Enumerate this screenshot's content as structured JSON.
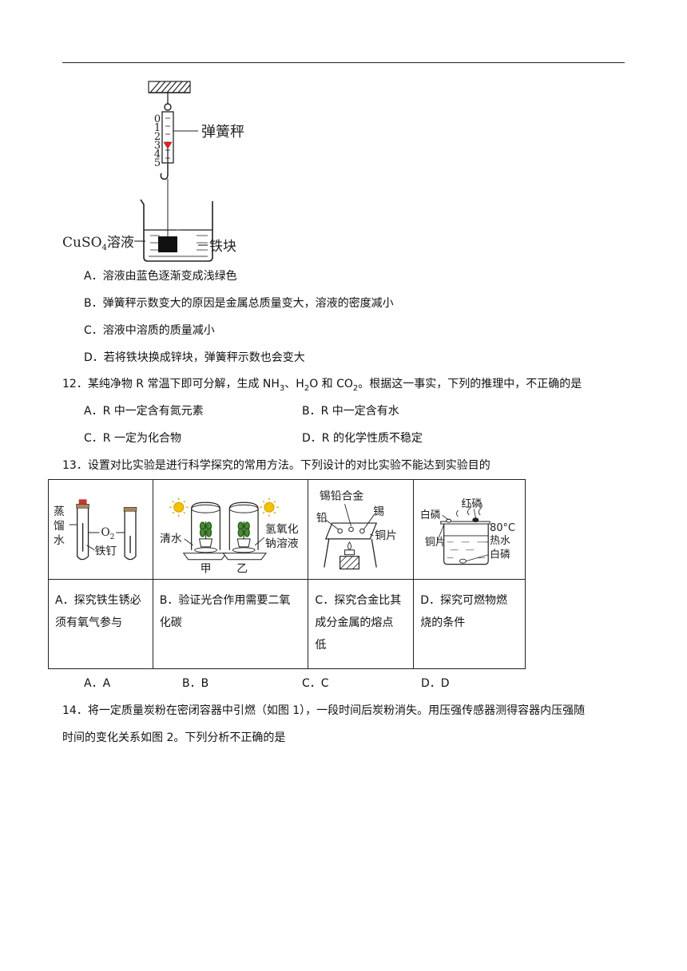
{
  "figure1": {
    "scale_label": "弹簧秤",
    "scale_ticks": [
      "0",
      "1",
      "2",
      "3",
      "4",
      "5"
    ],
    "solution_label_main": "CuSO",
    "solution_label_sub": "4",
    "solution_label_tail": "溶液",
    "block_label": "铁块"
  },
  "q11": {
    "options": [
      {
        "text": "A．溶液由蓝色逐渐变成浅绿色"
      },
      {
        "text": "B．弹簧秤示数变大的原因是金属总质量变大，溶液的密度减小"
      },
      {
        "text": "C．溶液中溶质的质量减小"
      },
      {
        "text": "D．若将铁块换成锌块，弹簧秤示数也会变大"
      }
    ]
  },
  "q12": {
    "stem_a": "12．某纯净物 R 常温下即可分解，生成 NH",
    "stem_sub1": "3",
    "stem_b": "、H",
    "stem_sub2": "2",
    "stem_c": "O 和 CO",
    "stem_sub3": "2",
    "stem_d": "。根据这一事实，下列的推理中，不正确的是",
    "options": [
      {
        "text": "A．R 中一定含有氮元素"
      },
      {
        "text": "B．R 中一定含有水"
      },
      {
        "text": "C．R 一定为化合物"
      },
      {
        "text": "D．R 的化学性质不稳定"
      }
    ]
  },
  "q13": {
    "stem": "13．设置对比实验是进行科学探究的常用方法。下列设计的对比实验不能达到实验目的",
    "figA": {
      "water": "蒸",
      "water2": "馏",
      "water3": "水",
      "o2": "O",
      "o2sub": "2",
      "nail": "铁钉"
    },
    "figB": {
      "left": "清水",
      "right1": "氢氧化",
      "right2": "钠溶液",
      "jia": "甲",
      "yi": "乙"
    },
    "figC": {
      "alloy": "锡铅合金",
      "lead": "铅",
      "tin": "锡",
      "copper": "铜片"
    },
    "figD": {
      "white1": "白磷",
      "red": "红磷",
      "temp": "80°C",
      "copper": "铜片",
      "hot": "热水",
      "white2": "白磷"
    },
    "cells": [
      {
        "line1": "A．探究铁生锈必",
        "line2": "须有氧气参与",
        "line3": ""
      },
      {
        "line1": "B．验证光合作用需要二氧",
        "line2": "化碳",
        "line3": ""
      },
      {
        "line1": "C．探究合金比其",
        "line2": "成分金属的熔点",
        "line3": "低"
      },
      {
        "line1": "D．探究可燃物燃",
        "line2": "烧的条件",
        "line3": ""
      }
    ],
    "options": [
      {
        "text": "A．A"
      },
      {
        "text": "B．B"
      },
      {
        "text": "C．C"
      },
      {
        "text": "D．D"
      }
    ]
  },
  "q14": {
    "line1": "14．将一定质量炭粉在密闭容器中引燃（如图 1），一段时间后炭粉消失。用压强传感器测得容器内压强随",
    "line2": "时间的变化关系如图 2。下列分析不正确的是"
  }
}
